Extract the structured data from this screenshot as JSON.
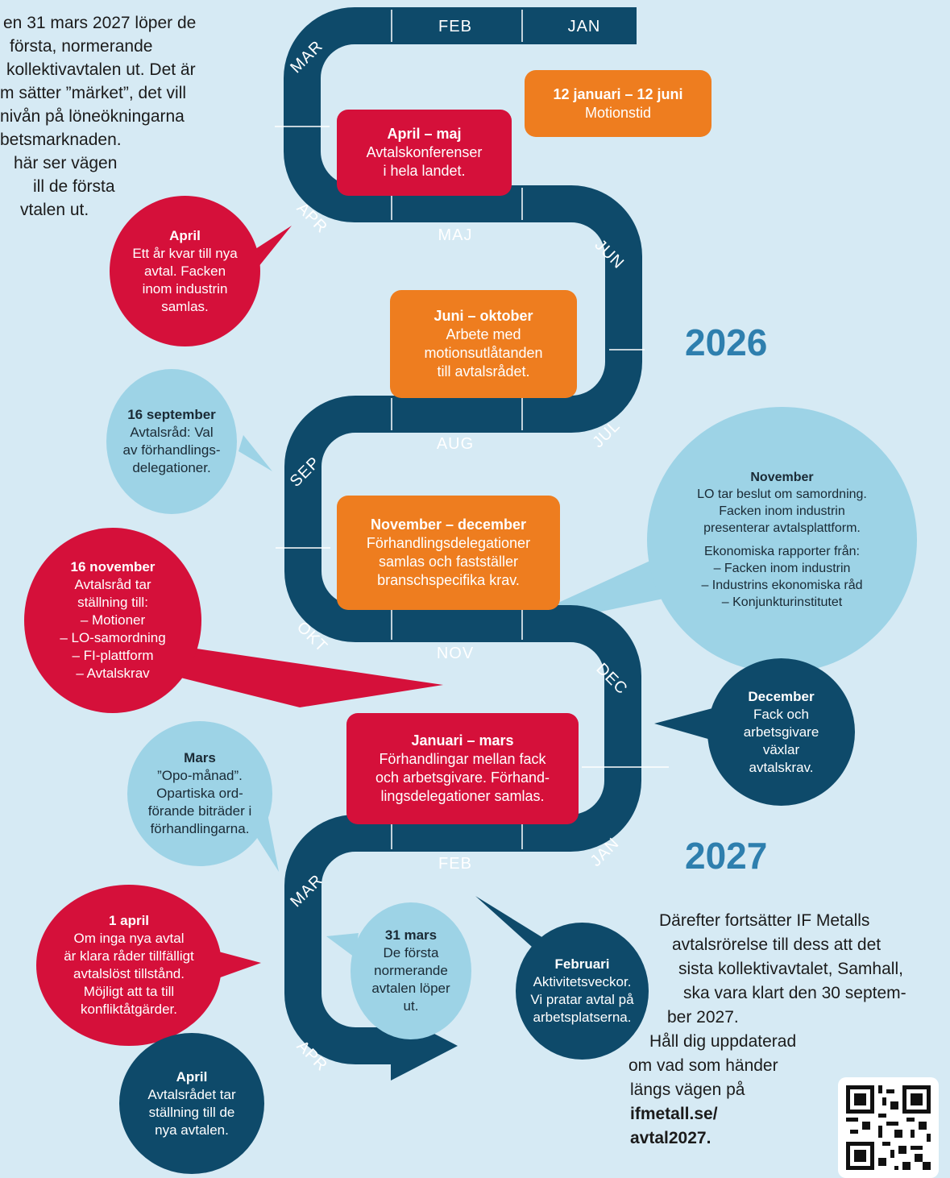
{
  "intro": {
    "lines": [
      "en 31 mars 2027 löper de",
      "första, normerande",
      "kollektivavtalen ut. Det är",
      "m sätter ”märket”, det vill",
      "nivån på löneökningarna",
      "betsmarknaden.",
      "här ser vägen",
      "ill de första",
      "vtalen ut."
    ]
  },
  "years": {
    "y2026": "2026",
    "y2027": "2027"
  },
  "months": {
    "feb1": "FEB",
    "jan1": "JAN",
    "mar1": "MAR",
    "apr1": "APR",
    "maj": "MAJ",
    "jun": "JUN",
    "jul": "JUL",
    "aug": "AUG",
    "sep": "SEP",
    "okt": "OKT",
    "nov": "NOV",
    "dec": "DEC",
    "jan2": "JAN",
    "feb2": "FEB",
    "mar2": "MAR",
    "apr2": "APR"
  },
  "boxes": {
    "motionstid": {
      "title": "12 januari – 12 juni",
      "text": "Motionstid"
    },
    "konferenser": {
      "title": "April – maj",
      "lines": [
        "Avtalskonferenser",
        "i hela landet."
      ]
    },
    "motionsutlatanden": {
      "title": "Juni – oktober",
      "lines": [
        "Arbete med",
        "motionsutlåtanden",
        "till avtalsrådet."
      ]
    },
    "delegationer": {
      "title": "November – december",
      "lines": [
        "Förhandlingsdelegationer",
        "samlas och fastställer",
        "branschspecifika krav."
      ]
    },
    "forhandlingar": {
      "title": "Januari – mars",
      "lines": [
        "Förhandlingar mellan fack",
        "och arbetsgivare. Förhand-",
        "lingsdelegationer samlas."
      ]
    }
  },
  "bubbles": {
    "april1": {
      "title": "April",
      "lines": [
        "Ett år kvar till nya",
        "avtal. Facken",
        "inom industrin",
        "samlas."
      ]
    },
    "sept16": {
      "title": "16 september",
      "lines": [
        "Avtalsråd: Val",
        "av förhandlings-",
        "delegationer."
      ]
    },
    "nov16": {
      "title": "16 november",
      "lines": [
        "Avtalsråd tar",
        "ställning till:",
        "– Motioner",
        "– LO-samordning",
        "– FI-plattform",
        "– Avtalskrav"
      ]
    },
    "november": {
      "title": "November",
      "lines": [
        "LO tar beslut om samordning.",
        "Facken inom industrin",
        "presenterar avtalsplattform."
      ],
      "sub": "Ekonomiska rapporter från:",
      "items": [
        "– Facken inom industrin",
        "– Industrins ekonomiska råd",
        "– Konjunkturinstitutet"
      ]
    },
    "december": {
      "title": "December",
      "lines": [
        "Fack och",
        "arbetsgivare",
        "växlar",
        "avtalskrav."
      ]
    },
    "mars": {
      "title": "Mars",
      "lines": [
        "”Opo-månad”.",
        "Opartiska ord-",
        "förande biträder i",
        "förhandlingarna."
      ]
    },
    "april1st": {
      "title": "1 april",
      "lines": [
        "Om inga nya avtal",
        "är klara råder tillfälligt",
        "avtalslöst tillstånd.",
        "Möjligt att ta till",
        "konfliktåtgärder."
      ]
    },
    "mars31": {
      "title": "31 mars",
      "lines": [
        "De första",
        "normerande",
        "avtalen löper",
        "ut."
      ]
    },
    "februari": {
      "title": "Februari",
      "lines": [
        "Aktivitetsveckor.",
        "Vi pratar avtal på",
        "arbetsplatserna."
      ]
    },
    "april2": {
      "title": "April",
      "lines": [
        "Avtalsrådet tar",
        "ställning till de",
        "nya avtalen."
      ]
    }
  },
  "outro": {
    "lines": [
      "Därefter fortsätter IF Metalls",
      "avtalsrörelse till dess att det",
      "sista kollektivavtalet, Samhall,",
      "ska vara klart den 30 septem-",
      "ber 2027."
    ],
    "update_lines": [
      "Håll dig uppdaterad",
      "om vad som händer",
      "längs vägen på"
    ],
    "link_lines": [
      "ifmetall.se/",
      "avtal2027."
    ]
  },
  "colors": {
    "road": "#0e4a6a",
    "red": "#d5103a",
    "orange": "#ee7d1f",
    "light": "#9dd3e6",
    "background": "#d6eaf4",
    "year": "#2e7fae"
  },
  "icons": {
    "qr": "qr-code-icon",
    "arrow": "arrow-right-icon"
  }
}
